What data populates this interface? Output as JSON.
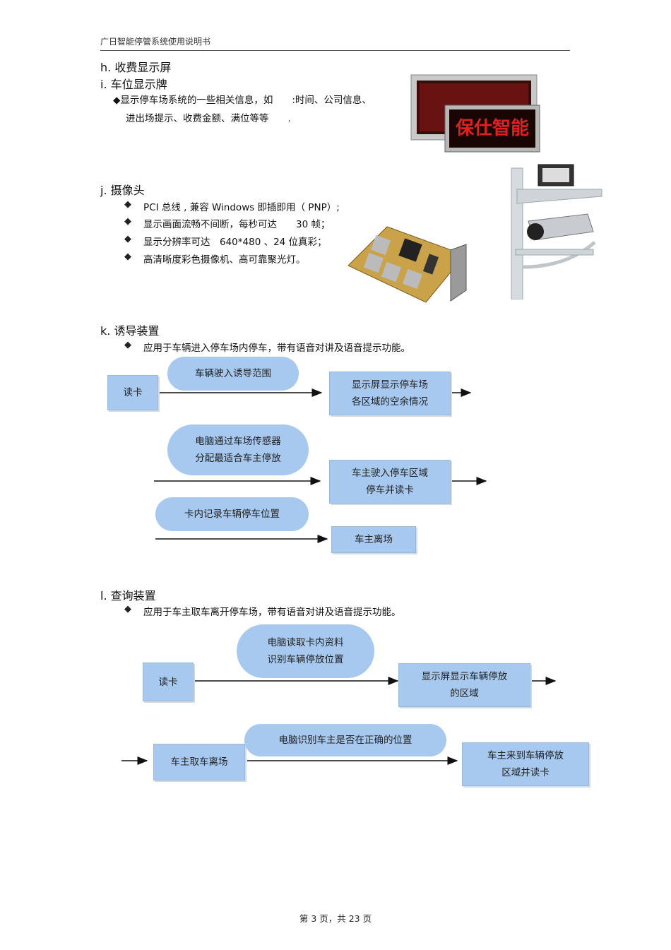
{
  "header": {
    "title": "广日智能停管系统使用说明书"
  },
  "sections": {
    "h": {
      "title": "h. 收费显示屏"
    },
    "i": {
      "title": "i. 车位显示牌",
      "line1": "◆显示停车场系统的一些相关信息，如　　:时间、公司信息、",
      "line2": "进出场提示、收费金额、满位等等　　.",
      "sign_text": "保仕智能"
    },
    "j": {
      "title": "j. 摄像头",
      "bullets": [
        "PCI 总线 , 兼容  Windows  即插即用（  PNP）;",
        "显示画面流畅不间断，每秒可达　　30 帧；",
        "显示分辨率可达　640*480 、24 位真彩；",
        "高清晰度彩色摄像机、高可靠聚光灯。"
      ]
    },
    "k": {
      "title": "k. 诱导装置",
      "bullet": "应用于车辆进入停车场内停车，带有语音对讲及语音提示功能。",
      "flow": {
        "read_card": "读卡",
        "bubble1": "车辆驶入诱导范围",
        "box_display": "显示屏显示停车场\n各区域的空余情况",
        "bubble2": "电脑通过车场传感器\n分配最适合车主停放",
        "box_park": "车主驶入停车区域\n停车并读卡",
        "bubble3": "卡内记录车辆停车位置",
        "box_leave": "车主离场"
      }
    },
    "l": {
      "title": "l. 查询装置",
      "bullet": "应用于车主取车离开停车场，带有语音对讲及语音提示功能。",
      "flow": {
        "read_card": "读卡",
        "bubble1": "电脑读取卡内资料\n识别车辆停放位置",
        "box_display": "显示屏显示车辆停放\n的区域",
        "box_pickup": "车主取车离场",
        "bubble2": "电脑识别车主是否在正确的位置",
        "box_arrive": "车主来到车辆停放\n区域并读卡"
      }
    }
  },
  "footer": {
    "page": "第 3 页，共 23 页"
  },
  "colors": {
    "flow_fill": "#a7c9ef",
    "led_red": "#e02020"
  },
  "icons": [
    "led-sign-image",
    "pci-card-image",
    "camera-pole-image",
    "arrow-icon",
    "diamond-bullet-icon"
  ]
}
